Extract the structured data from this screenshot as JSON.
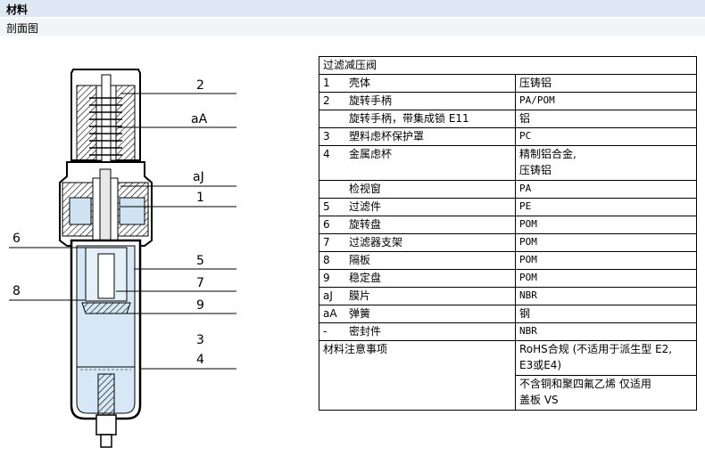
{
  "header": {
    "title": "材料"
  },
  "subheader": {
    "title": "剖面图"
  },
  "callouts": [
    "2",
    "aA",
    "aJ",
    "1",
    "6",
    "5",
    "8",
    "7",
    "9",
    "3",
    "4"
  ],
  "table": {
    "title": "过滤减压阀",
    "rows": [
      {
        "num": "1",
        "name": "壳体",
        "material": "压铸铝"
      },
      {
        "num": "2",
        "name": "旋转手柄",
        "material": "PA/POM"
      },
      {
        "num": "",
        "name": "旋转手柄，带集成锁 E11",
        "material": "铝"
      },
      {
        "num": "3",
        "name": "塑料虑杯保护罩",
        "material": "PC"
      },
      {
        "num": "4",
        "name": "金属虑杯",
        "material": "精制铝合金,",
        "material2": "压铸铝"
      },
      {
        "num": "",
        "name": "检视窗",
        "material": "PA"
      },
      {
        "num": "5",
        "name": "过滤件",
        "material": "PE"
      },
      {
        "num": "6",
        "name": "旋转盘",
        "material": "POM"
      },
      {
        "num": "7",
        "name": "过滤器支架",
        "material": "POM"
      },
      {
        "num": "8",
        "name": "隔板",
        "material": "POM"
      },
      {
        "num": "9",
        "name": "稳定盘",
        "material": "POM"
      },
      {
        "num": "aJ",
        "name": "膜片",
        "material": "NBR"
      },
      {
        "num": "aA",
        "name": "弹簧",
        "material": "钢"
      },
      {
        "num": "-",
        "name": "密封件",
        "material": "NBR"
      }
    ],
    "notes_label": "材料注意事项",
    "notes": [
      {
        "line1": "RoHS合规 (不适用于派生型 E2,",
        "line2": "E3或E4)"
      },
      {
        "line1": "不含铜和聚四氟乙烯 仅适用",
        "line2": "盖板 VS"
      }
    ]
  }
}
